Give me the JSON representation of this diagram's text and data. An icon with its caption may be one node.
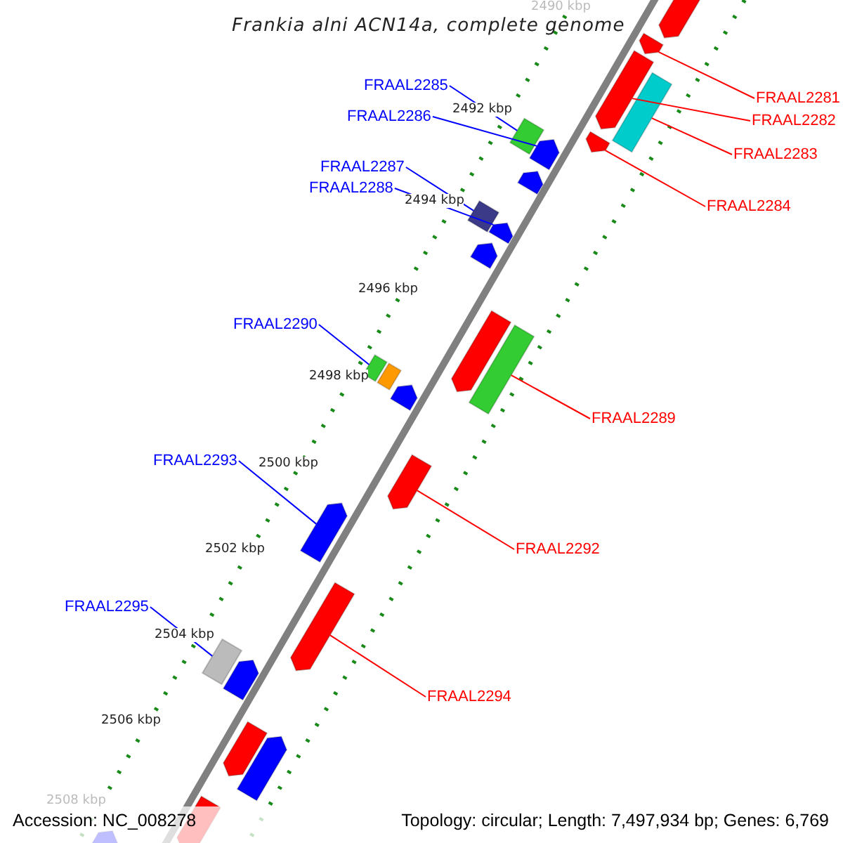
{
  "diagram": {
    "title": "Frankia alni ACN14a, complete genome",
    "nodes": [
      {
        "text": [
          "FRAAL2285"
        ]
      },
      {
        "text": [
          "FRAAL2281"
        ]
      },
      {
        "text": [
          "FRAAL2286"
        ]
      },
      {
        "text": [
          "FRAAL2282"
        ]
      },
      {
        "text": [
          "FRAAL2283"
        ]
      },
      {
        "text": [
          "FRAAL2287"
        ]
      },
      {
        "text": [
          "FRAAL2288"
        ]
      },
      {
        "text": [
          "FRAAL2284"
        ]
      },
      {
        "text": [
          "FRAAL2290"
        ]
      },
      {
        "text": [
          "FRAAL2289"
        ]
      },
      {
        "text": [
          "FRAAL2293"
        ]
      },
      {
        "text": [
          "FRAAL2292"
        ]
      },
      {
        "text": [
          "FRAAL2295"
        ]
      },
      {
        "text": [
          "FRAAL2294"
        ]
      },
      {
        "text": [],
        "shape": "bar"
      },
      {
        "text": [],
        "shape": "bar"
      },
      {
        "text": [],
        "shape": "bar"
      },
      {
        "text": [],
        "shape": "bar"
      },
      {
        "text": [],
        "shape": "bar"
      },
      {
        "text": [],
        "shape": "bar"
      },
      {
        "text": [],
        "shape": "bar"
      },
      {
        "text": [],
        "shape": "bar"
      },
      {
        "text": [],
        "shape": "bar"
      },
      {
        "text": [],
        "shape": "bar"
      },
      {
        "text": [],
        "shape": "bar"
      },
      {
        "text": [],
        "shape": "bar"
      },
      {
        "text": [],
        "shape": "bar"
      },
      {
        "text": [],
        "shape": "bar"
      },
      {
        "text": [],
        "shape": "bar"
      },
      {
        "text": [],
        "shape": "bar"
      },
      {
        "text": [],
        "shape": "bar"
      },
      {
        "text": [],
        "shape": "bar"
      },
      {
        "text": [],
        "shape": "bar"
      },
      {
        "text": [],
        "shape": "bar"
      },
      {
        "text": [],
        "shape": "bar"
      },
      {
        "text": [],
        "shape": "bar"
      },
      {
        "text": [],
        "shape": "bar"
      },
      {
        "text": [],
        "shape": "bar"
      },
      {
        "text": [],
        "shape": "bar"
      }
    ],
    "edges": [
      {
        "from": 0,
        "to": 19,
        "arrow": "none",
        "color": "#0000ff"
      },
      {
        "from": 1,
        "to": 15,
        "arrow": "none",
        "color": "#ff0000"
      },
      {
        "from": 2,
        "to": 20,
        "arrow": "none",
        "color": "#0000ff"
      },
      {
        "from": 3,
        "to": 16,
        "arrow": "none",
        "color": "#ff0000"
      },
      {
        "from": 4,
        "to": 17,
        "arrow": "none",
        "color": "#ff0000"
      },
      {
        "from": 5,
        "to": 22,
        "arrow": "none",
        "color": "#0000ff"
      },
      {
        "from": 6,
        "to": 23,
        "arrow": "none",
        "color": "#0000ff"
      },
      {
        "from": 7,
        "to": 18,
        "arrow": "none",
        "color": "#ff0000"
      },
      {
        "from": 8,
        "to": 27,
        "arrow": "none",
        "color": "#0000ff"
      },
      {
        "from": 9,
        "to": 26,
        "arrow": "none",
        "color": "#ff0000"
      },
      {
        "from": 10,
        "to": 31,
        "arrow": "none",
        "color": "#0000ff"
      },
      {
        "from": 11,
        "to": 30,
        "arrow": "none",
        "color": "#ff0000"
      },
      {
        "from": 12,
        "to": 33,
        "arrow": "none",
        "color": "#0000ff"
      },
      {
        "from": 13,
        "to": 32,
        "arrow": "none",
        "color": "#ff0000"
      }
    ],
    "labels": [
      "2490 kbp",
      "2492 kbp",
      "2494 kbp",
      "2496 kbp",
      "2498 kbp",
      "2500 kbp",
      "2502 kbp",
      "2504 kbp",
      "2506 kbp",
      "2508 kbp",
      "Accession: NC_008278",
      "Topology: circular; Length: 7,497,934 bp; Genes: 6,769"
    ]
  }
}
